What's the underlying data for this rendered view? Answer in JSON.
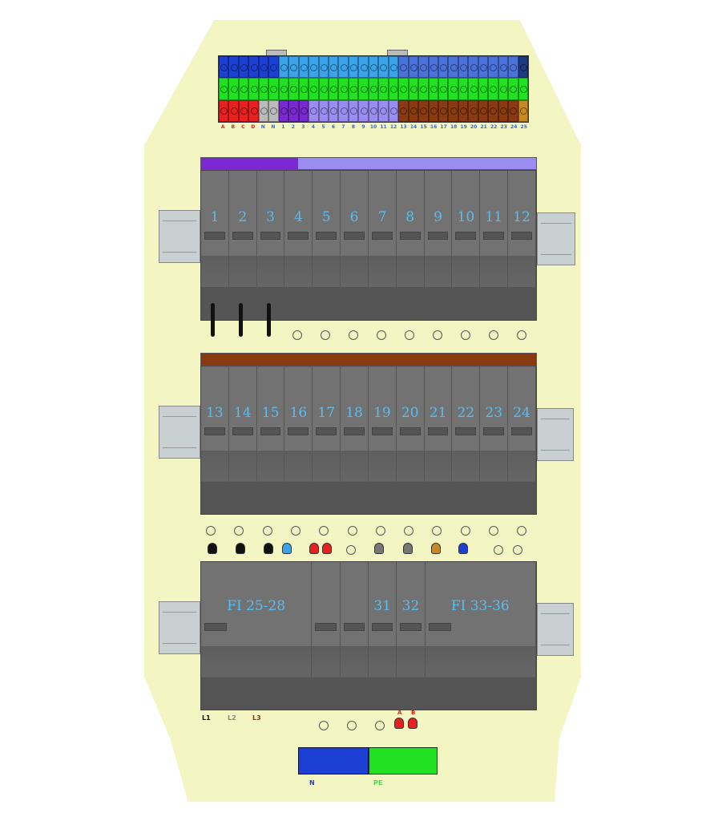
{
  "terminal_strip": {
    "labels": [
      "A",
      "B",
      "C",
      "D",
      "N",
      "N",
      "1",
      "2",
      "3",
      "4",
      "5",
      "6",
      "7",
      "8",
      "9",
      "10",
      "11",
      "12",
      "13",
      "14",
      "15",
      "16",
      "17",
      "18",
      "19",
      "20",
      "21",
      "22",
      "23",
      "24",
      "25"
    ],
    "colors": {
      "top": [
        "#1c3fd4",
        "#1c3fd4",
        "#1c3fd4",
        "#1c3fd4",
        "#1c3fd4",
        "#1c3fd4",
        "#3aa4ea",
        "#3aa4ea",
        "#3aa4ea",
        "#3aa4ea",
        "#3aa4ea",
        "#3aa4ea",
        "#3aa4ea",
        "#3aa4ea",
        "#3aa4ea",
        "#3aa4ea",
        "#3aa4ea",
        "#3aa4ea",
        "#4a72da",
        "#4a72da",
        "#4a72da",
        "#4a72da",
        "#4a72da",
        "#4a72da",
        "#4a72da",
        "#4a72da",
        "#4a72da",
        "#4a72da",
        "#4a72da",
        "#4a72da",
        "#1e3a80"
      ],
      "middle": "#22e022",
      "bottom": [
        "#e82020",
        "#e82020",
        "#e82020",
        "#e82020",
        "#bbbbbb",
        "#bbbbbb",
        "#7a28d2",
        "#7a28d2",
        "#7a28d2",
        "#9a8cf0",
        "#9a8cf0",
        "#9a8cf0",
        "#9a8cf0",
        "#9a8cf0",
        "#9a8cf0",
        "#9a8cf0",
        "#9a8cf0",
        "#9a8cf0",
        "#8a3a10",
        "#8a3a10",
        "#8a3a10",
        "#8a3a10",
        "#8a3a10",
        "#8a3a10",
        "#8a3a10",
        "#8a3a10",
        "#8a3a10",
        "#8a3a10",
        "#8a3a10",
        "#8a3a10",
        "#c88a20"
      ]
    }
  },
  "row1": {
    "modules": [
      "1",
      "2",
      "3",
      "4",
      "5",
      "6",
      "7",
      "8",
      "9",
      "10",
      "11",
      "12"
    ]
  },
  "row2": {
    "modules": [
      "13",
      "14",
      "15",
      "16",
      "17",
      "18",
      "19",
      "20",
      "21",
      "22",
      "23",
      "24"
    ]
  },
  "row3": {
    "modules": [
      {
        "label": "FI 25-28",
        "span": 4
      },
      {
        "label": "",
        "span": 1
      },
      {
        "label": "",
        "span": 1
      },
      {
        "label": "31",
        "span": 1
      },
      {
        "label": "32",
        "span": 1
      },
      {
        "label": "FI 33-36",
        "span": 4
      }
    ]
  },
  "phase_labels": [
    {
      "text": "L1",
      "color": "#111111"
    },
    {
      "text": "L2",
      "color": "#888888"
    },
    {
      "text": "L3",
      "color": "#8a3a10"
    }
  ],
  "ab_labels": [
    "A",
    "B"
  ],
  "busbar": {
    "n_label": "N",
    "pe_label": "PE",
    "n_color": "#1c3fd4",
    "pe_color": "#22e022"
  }
}
